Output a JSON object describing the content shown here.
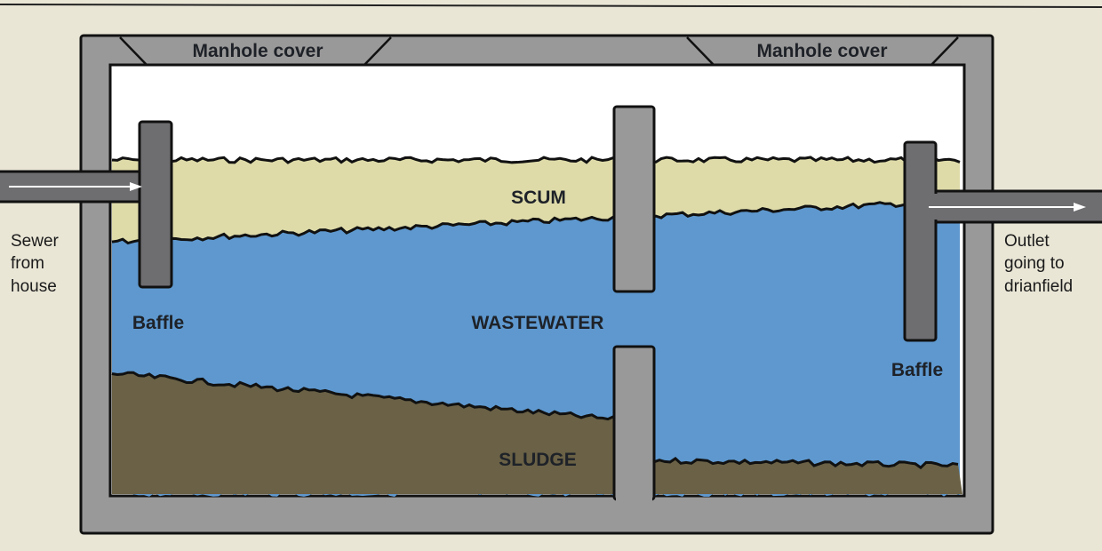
{
  "title": "Septic tank cross-section",
  "labels": {
    "manhole_left": "Manhole cover",
    "manhole_right": "Manhole cover",
    "scum": "SCUM",
    "wastewater": "WASTEWATER",
    "sludge": "SLUDGE",
    "baffle_left": "Baffle",
    "baffle_right": "Baffle"
  },
  "inlet": {
    "lines": [
      "Sewer",
      "from",
      "house"
    ]
  },
  "outlet": {
    "lines": [
      "Outlet",
      "going to",
      "drianfield"
    ]
  },
  "colors": {
    "background": "#e9e6d6",
    "tank_wall": "#9a9999",
    "baffle": "#6e6d70",
    "air": "#ffffff",
    "scum": "#dedba9",
    "wastewater": "#5e98cf",
    "sludge": "#6a6146"
  }
}
